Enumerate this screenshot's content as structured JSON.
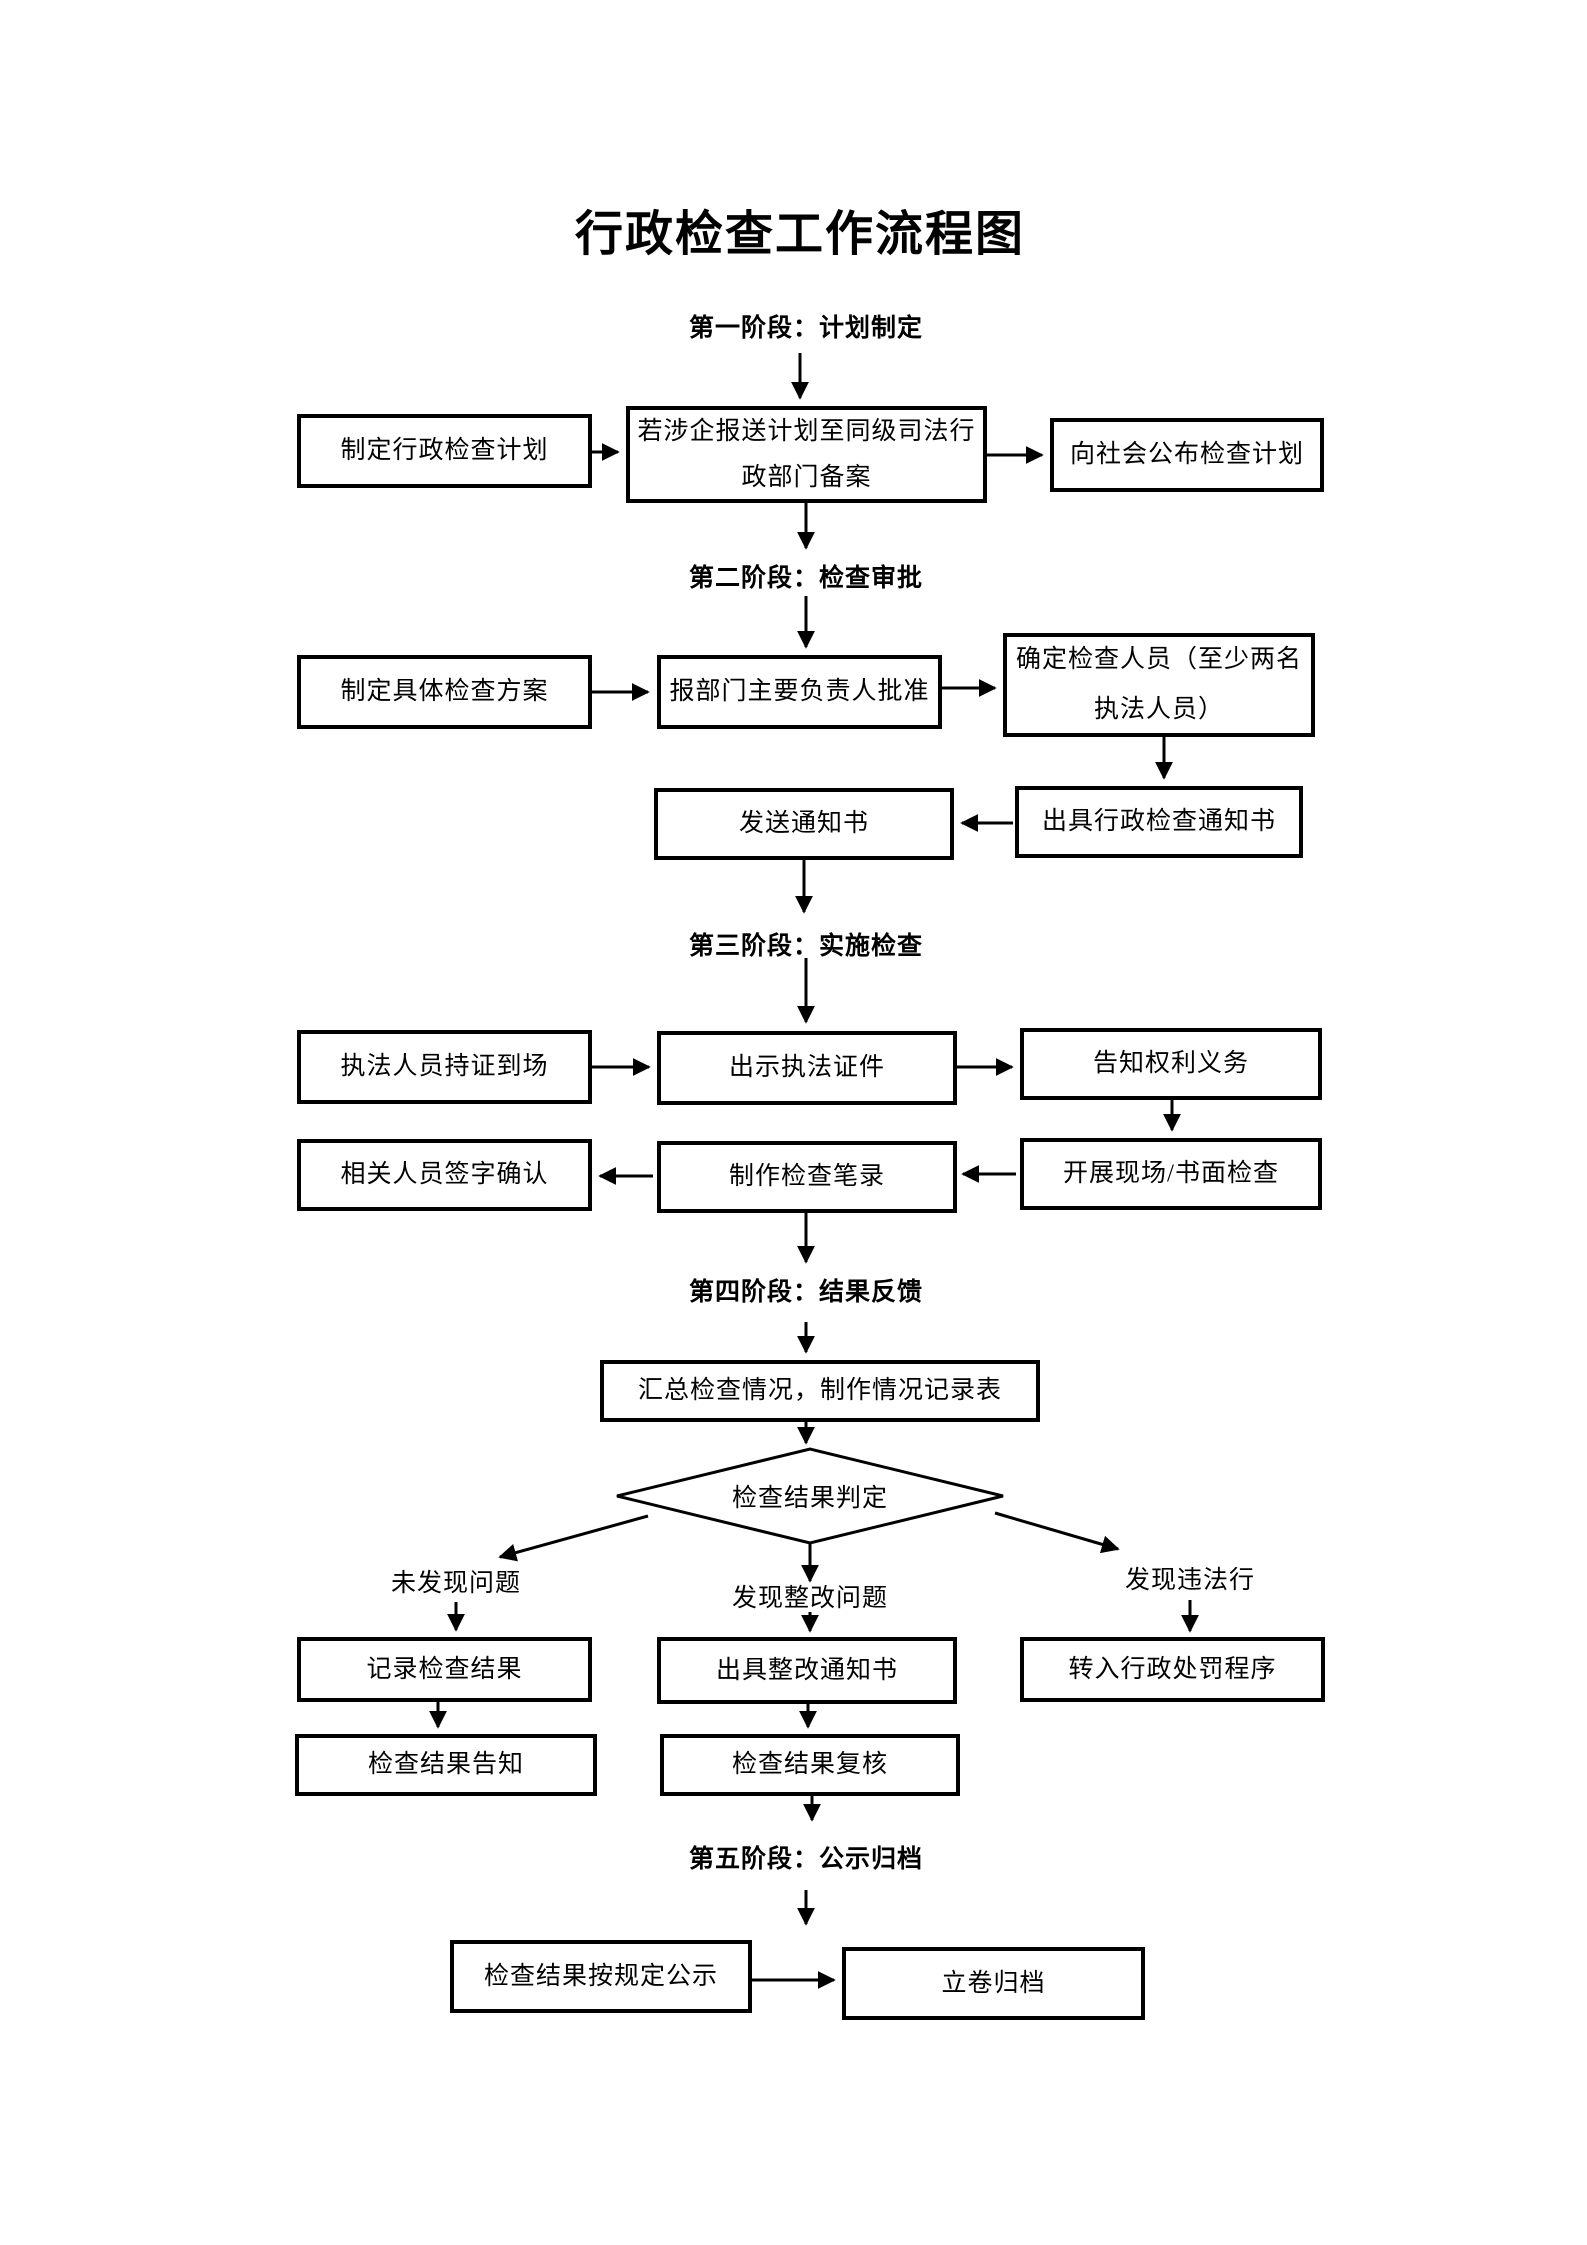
{
  "title": "行政检查工作流程图",
  "phase_headings": {
    "phase1": "第一阶段：计划制定",
    "phase2": "第二阶段：检查审批",
    "phase3": "第三阶段：实施检查",
    "phase4": "第四阶段：结果反馈",
    "phase5": "第五阶段：公示归档"
  },
  "nodes": {
    "make_plan": "制定行政检查计划",
    "file_plan": "若涉企报送计划至同级司法行政部门备案",
    "publish_plan": "向社会公布检查计划",
    "make_scheme": "制定具体检查方案",
    "approve": "报部门主要负责人批准",
    "assign_staff": "确定检查人员（至少两名执法人员）",
    "send_notice": "发送通知书",
    "issue_notice": "出具行政检查通知书",
    "arrive": "执法人员持证到场",
    "show_id": "出示执法证件",
    "inform_rights": "告知权利义务",
    "sign_confirm": "相关人员签字确认",
    "make_record": "制作检查笔录",
    "conduct_check": "开展现场/书面检查",
    "summarize": "汇总检查情况，制作情况记录表",
    "judge": "检查结果判定",
    "record_result": "记录检查结果",
    "issue_rectify": "出具整改通知书",
    "to_punish": "转入行政处罚程序",
    "notify_result": "检查结果告知",
    "review_result": "检查结果复核",
    "publicize": "检查结果按规定公示",
    "archive": "立卷归档"
  },
  "branch_labels": {
    "no_problem": "未发现问题",
    "rectify_problem": "发现整改问题",
    "illegal": "发现违法行"
  },
  "colors": {
    "line": "#000000",
    "background": "#ffffff",
    "text": "#000000"
  }
}
